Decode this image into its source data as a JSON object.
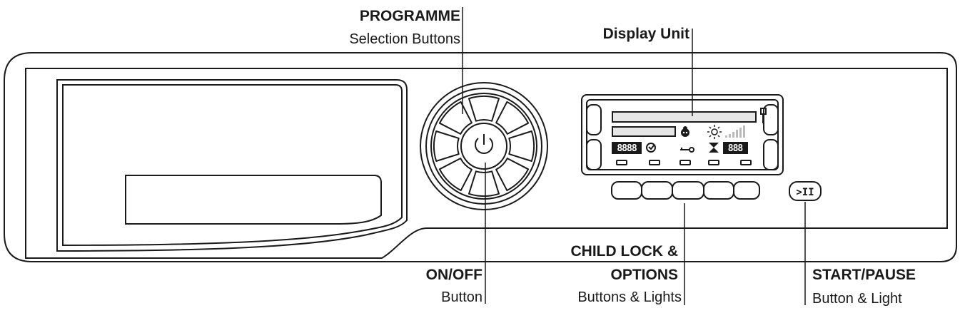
{
  "callouts": {
    "programme": {
      "title": "PROGRAMME",
      "subtitle": "Selection Buttons"
    },
    "display": {
      "title": "Display Unit"
    },
    "on_off": {
      "title": "ON/OFF",
      "subtitle": "Button"
    },
    "child_lock": {
      "title_line1": "CHILD LOCK &",
      "title_line2": "OPTIONS",
      "subtitle": "Buttons & Lights"
    },
    "start_pause": {
      "title": "START/PAUSE",
      "subtitle": "Button & Light"
    }
  },
  "panel": {
    "power_icon": "power-icon",
    "start_pause_icon": "play-pause-icon",
    "start_pause_glyph": ">II",
    "left_digits": "8888",
    "right_digits": "888",
    "display_icons": [
      "baby-icon",
      "sun-icon",
      "signal-bars-icon",
      "cycle-arrow-icon",
      "key-icon",
      "hourglass-icon",
      "thermometer-icon"
    ]
  },
  "colors": {
    "line": "#1a1a1a",
    "digit_bg": "#1a1a1a",
    "bar_fill": "#e6e6e6",
    "signal_bars": "#bbbbbb"
  }
}
